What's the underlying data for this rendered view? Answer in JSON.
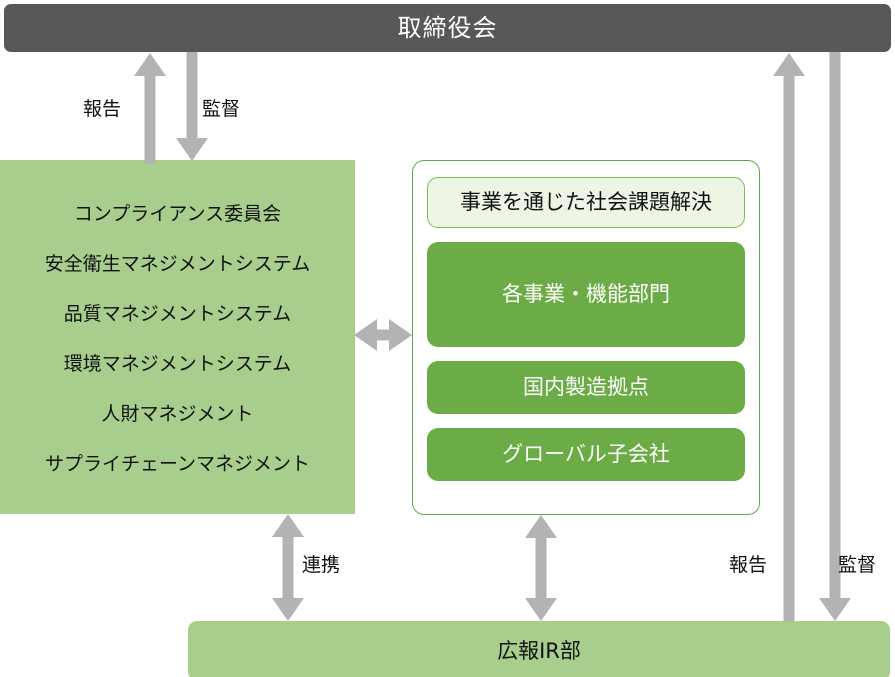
{
  "diagram": {
    "title_bar": {
      "label": "取締役会"
    },
    "management_panel": {
      "items": [
        {
          "label": "コンプライアンス委員会"
        },
        {
          "label": "安全衛生マネジメントシステム"
        },
        {
          "label": "品質マネジメントシステム"
        },
        {
          "label": "環境マネジメントシステム"
        },
        {
          "label": "人財マネジメント"
        },
        {
          "label": "サプライチェーンマネジメント"
        }
      ]
    },
    "business_card": {
      "boxes": [
        {
          "label": "事業を通じた社会課題解決",
          "style": "pale"
        },
        {
          "label": "各事業・機能部門",
          "style": "solid-tall"
        },
        {
          "label": "国内製造拠点",
          "style": "solid-short"
        },
        {
          "label": "グローバル子会社",
          "style": "solid-short"
        }
      ]
    },
    "bottom_bar": {
      "label": "広報IR部"
    },
    "connectors": [
      {
        "name": "report-board-to-committee",
        "label": "報告",
        "direction": "up"
      },
      {
        "name": "supervise-board-to-committee",
        "label": "監督",
        "direction": "down"
      },
      {
        "name": "committee-to-business",
        "label": "",
        "direction": "both-horizontal"
      },
      {
        "name": "committee-to-pr",
        "label": "連携",
        "direction": "both-vertical"
      },
      {
        "name": "business-to-pr",
        "label": "",
        "direction": "both-vertical"
      },
      {
        "name": "report-pr-to-board",
        "label": "報告",
        "direction": "up"
      },
      {
        "name": "supervise-board-to-pr",
        "label": "監督",
        "direction": "down"
      }
    ],
    "colors": {
      "board_bar": "#595757",
      "light_green": "#a8ce8e",
      "dark_green": "#6bac47",
      "pale_green": "#edf5e5",
      "card_border": "#5faa45",
      "arrow_gray": "#b3b3b3",
      "text_dark": "#111111",
      "text_light": "#ffffff"
    }
  }
}
